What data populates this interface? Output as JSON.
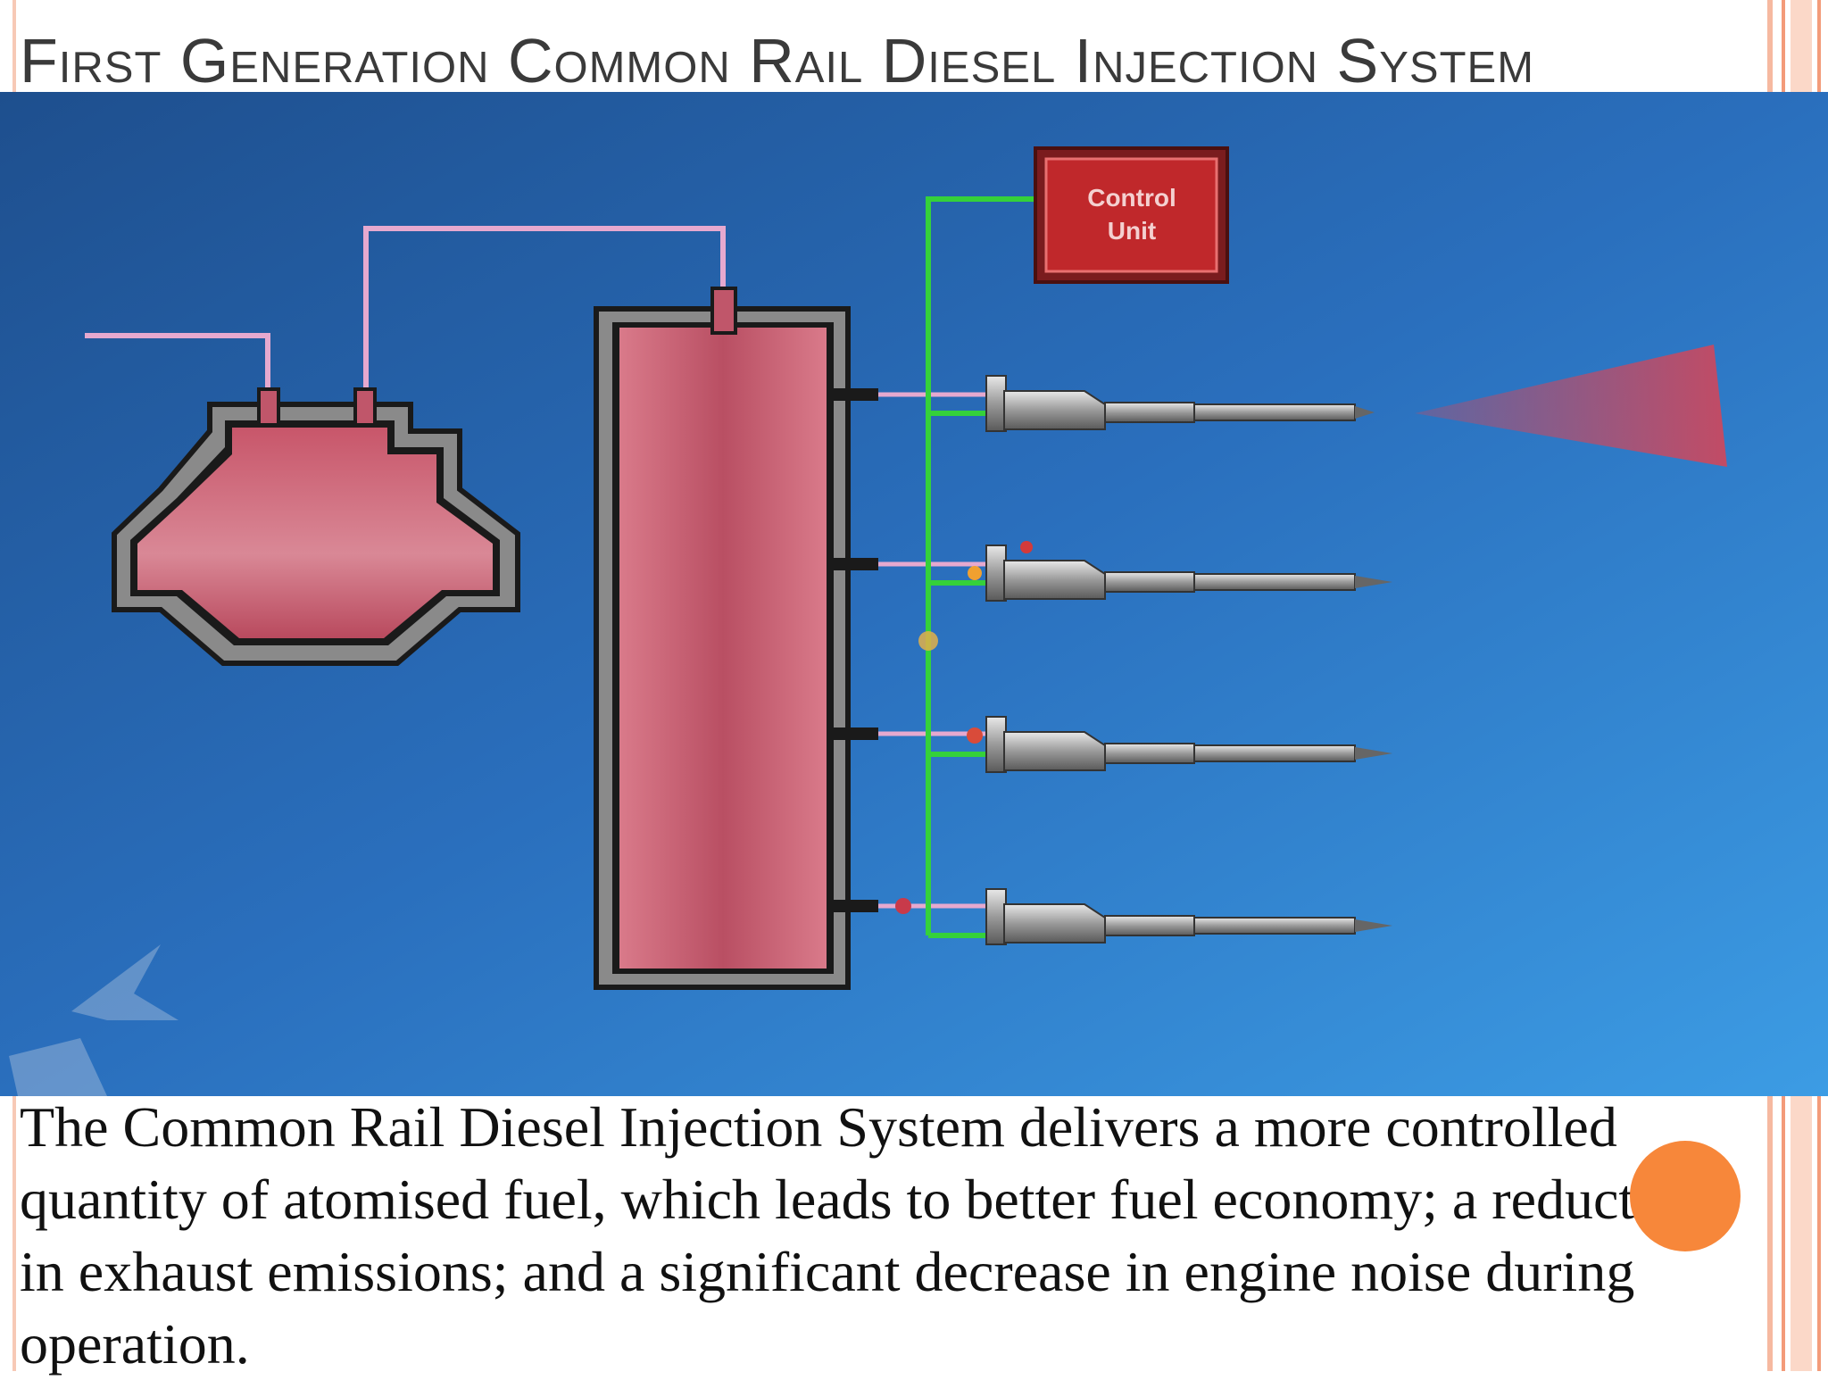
{
  "slide": {
    "title": "First Generation Common Rail Diesel Injection System",
    "body": "The Common Rail Diesel Injection System delivers a more controlled quantity of atomised fuel, which leads to better fuel economy; a reduction in exhaust emissions; and a significant decrease in engine noise during operation."
  },
  "diagram": {
    "control_unit_line1": "Control",
    "control_unit_line2": "Unit",
    "injector_count": 4
  },
  "colors": {
    "background_blue": "#2a6fbd",
    "fuel_red": "#c85a6c",
    "control_unit_red": "#c0282b",
    "signal_green": "#35d13a",
    "accent_orange": "#f7873a",
    "stripe_salmon": "#f39b7a"
  }
}
